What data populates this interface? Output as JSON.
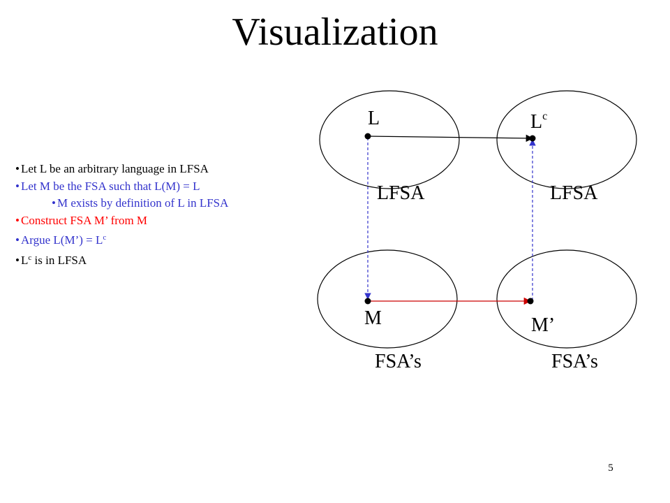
{
  "slide": {
    "title": "Visualization",
    "page_number": "5"
  },
  "bullets": [
    {
      "text": "Let L be an arbitrary language in LFSA",
      "color": "#000000"
    },
    {
      "text": "Let M be the FSA such that L(M) = L",
      "color": "#3333cc"
    },
    {
      "text": "M exists by definition of L in LFSA",
      "color": "#3333cc"
    },
    {
      "text": "Construct FSA M’ from M",
      "color": "#ff0000"
    },
    {
      "text_prefix": "Argue L(M’) = L",
      "sup": "c",
      "color": "#3333cc"
    },
    {
      "text_prefix": "L",
      "sup": "c",
      "text_suffix": " is in LFSA",
      "color": "#000000"
    }
  ],
  "diagram": {
    "node_L": "L",
    "node_Lc_base": "L",
    "node_Lc_sup": "c",
    "node_M": "M",
    "node_Mprime": "M’",
    "class_top_left": "LFSA",
    "class_top_right": "LFSA",
    "class_bottom_left": "FSA’s",
    "class_bottom_right": "FSA’s",
    "colors": {
      "ellipse": "#000000",
      "top_arrow": "#000000",
      "bottom_arrow": "#cc0000",
      "dashed_arrows": "#3333cc"
    }
  }
}
